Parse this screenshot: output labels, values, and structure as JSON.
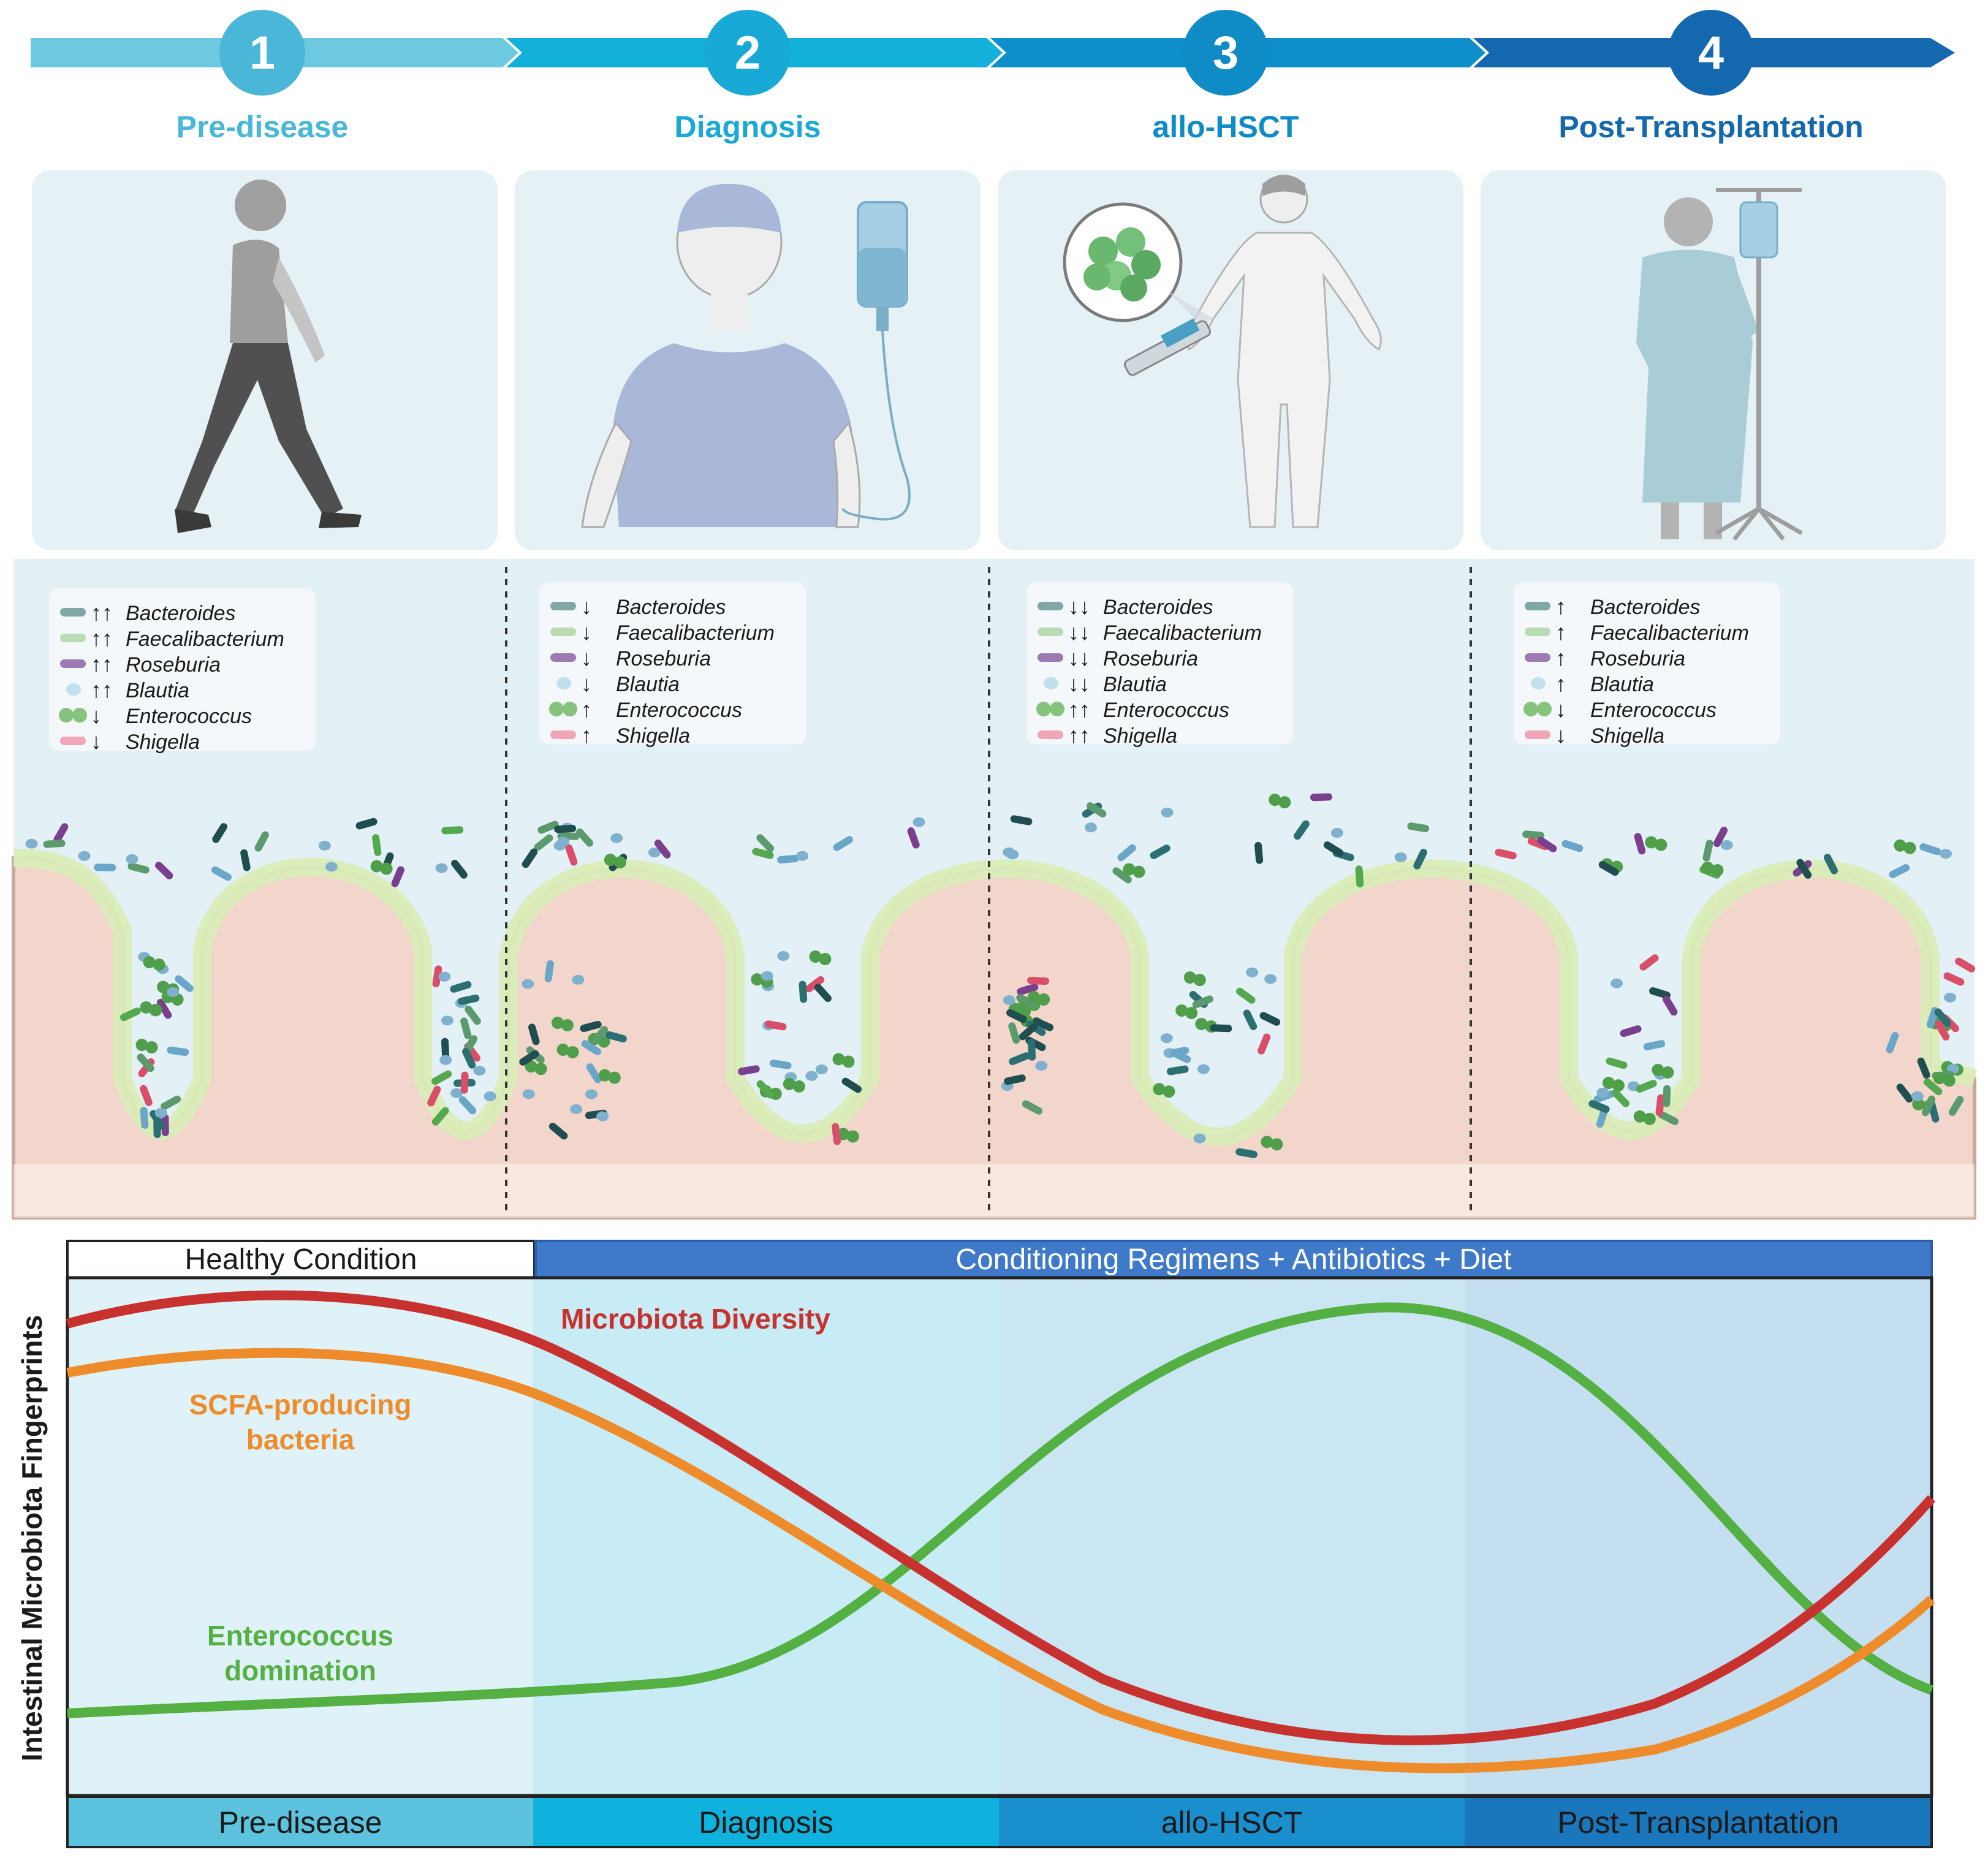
{
  "timeline": {
    "steps": [
      {
        "number": "1",
        "title": "Pre-disease",
        "color": "#4ab7d8"
      },
      {
        "number": "2",
        "title": "Diagnosis",
        "color": "#18a9d6"
      },
      {
        "number": "3",
        "title": "allo-HSCT",
        "color": "#0f8cc6"
      },
      {
        "number": "4",
        "title": "Post-Transplantation",
        "color": "#1468ad"
      }
    ]
  },
  "legend_panels": [
    {
      "rows": [
        {
          "arrow": "↑↑",
          "taxon": "Bacteroides"
        },
        {
          "arrow": "↑↑",
          "taxon": "Faecalibacterium"
        },
        {
          "arrow": "↑↑",
          "taxon": "Roseburia"
        },
        {
          "arrow": "↑↑",
          "taxon": "Blautia"
        },
        {
          "arrow": "↓",
          "taxon": "Enterococcus"
        },
        {
          "arrow": "↓",
          "taxon": "Shigella"
        }
      ]
    },
    {
      "rows": [
        {
          "arrow": "↓",
          "taxon": "Bacteroides"
        },
        {
          "arrow": "↓",
          "taxon": "Faecalibacterium"
        },
        {
          "arrow": "↓",
          "taxon": "Roseburia"
        },
        {
          "arrow": "↓",
          "taxon": "Blautia"
        },
        {
          "arrow": "↑",
          "taxon": "Enterococcus"
        },
        {
          "arrow": "↑",
          "taxon": "Shigella"
        }
      ]
    },
    {
      "rows": [
        {
          "arrow": "↓↓",
          "taxon": "Bacteroides"
        },
        {
          "arrow": "↓↓",
          "taxon": "Faecalibacterium"
        },
        {
          "arrow": "↓↓",
          "taxon": "Roseburia"
        },
        {
          "arrow": "↓↓",
          "taxon": "Blautia"
        },
        {
          "arrow": "↑↑",
          "taxon": "Enterococcus"
        },
        {
          "arrow": "↑↑",
          "taxon": "Shigella"
        }
      ]
    },
    {
      "rows": [
        {
          "arrow": "↑",
          "taxon": "Bacteroides"
        },
        {
          "arrow": "↑",
          "taxon": "Faecalibacterium"
        },
        {
          "arrow": "↑",
          "taxon": "Roseburia"
        },
        {
          "arrow": "↑",
          "taxon": "Blautia"
        },
        {
          "arrow": "↓",
          "taxon": "Enterococcus"
        },
        {
          "arrow": "↓",
          "taxon": "Shigella"
        }
      ]
    }
  ],
  "taxon_colors": {
    "Bacteroides": "#7fa8a4",
    "Faecalibacterium": "#b9dcb4",
    "Roseburia": "#9c7bb5",
    "Blautia": "#bfe0ec",
    "Enterococcus": "#86c47e",
    "Shigella": "#f0a6b8"
  },
  "graph": {
    "top_bands": [
      {
        "label": "Healthy Condition"
      },
      {
        "label": "Conditioning Regimens + Antibiotics + Diet"
      }
    ],
    "y_axis_title": "Intestinal Microbiota Fingerprints",
    "curves": [
      {
        "label": "Microbiota Diversity",
        "color": "#c8322e"
      },
      {
        "label": "SCFA-producing",
        "label2": "bacteria",
        "color": "#ee8c2c"
      },
      {
        "label": "Enterococcus",
        "label2": "domination",
        "color": "#55b043"
      }
    ],
    "phases": [
      {
        "label": "Pre-disease",
        "color": "#5cc2dd"
      },
      {
        "label": "Diagnosis",
        "color": "#0fb2dc"
      },
      {
        "label": "allo-HSCT",
        "color": "#1a8fce"
      },
      {
        "label": "Post-Transplantation",
        "color": "#1a77bb"
      }
    ]
  }
}
